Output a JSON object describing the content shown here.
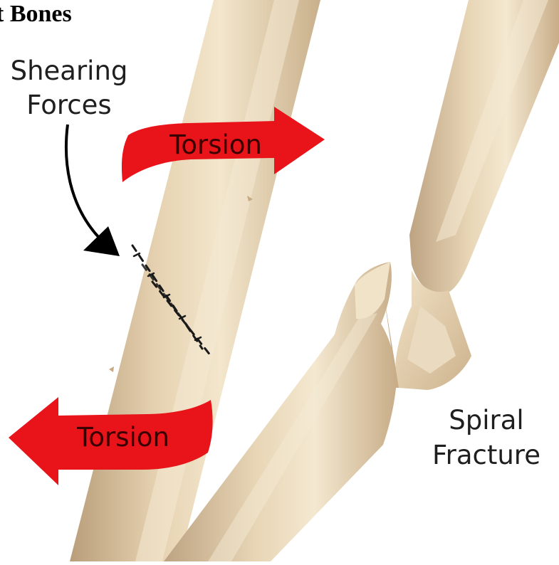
{
  "figure": {
    "title_fragment": "t Bones",
    "shear_label": [
      "Shearing",
      "Forces"
    ],
    "torsion_top_label": "Torsion",
    "torsion_bottom_label": "Torsion",
    "fracture_label": [
      "Spiral",
      "Fracture"
    ]
  },
  "colors": {
    "bone_base": "#e3cfae",
    "bone_light": "#f3e6cc",
    "bone_shadow": "#b99e7a",
    "arrow_red": "#e8141a",
    "arrow_text": "#3a0000",
    "label_text": "#1f1f1f"
  }
}
